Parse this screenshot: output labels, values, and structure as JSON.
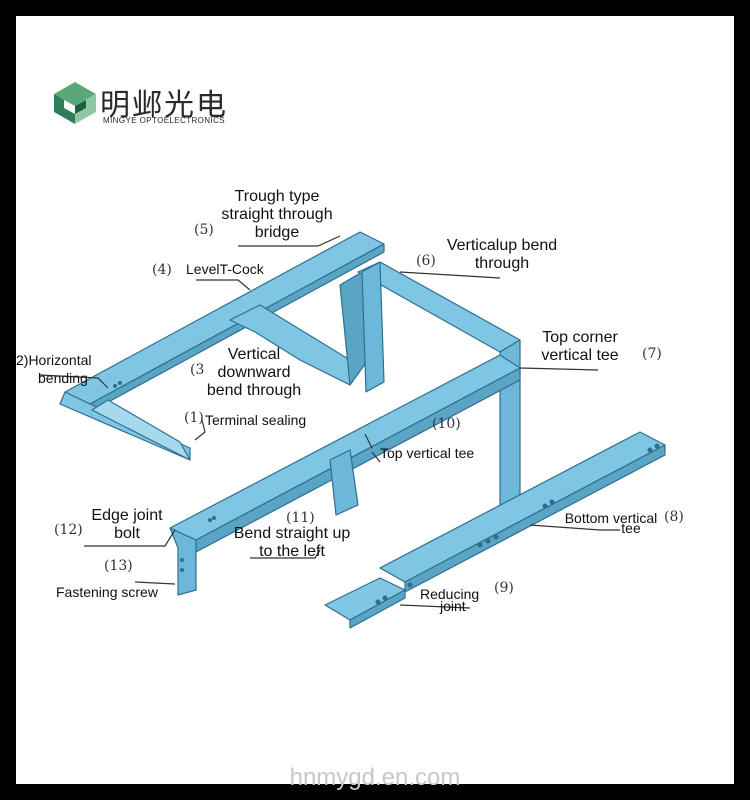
{
  "brand": {
    "name_cn": "明邺光电",
    "name_en": "MINGYE OPTOELECTRONICS",
    "logo_colors": [
      "#2e7d5b",
      "#5aa87a",
      "#8fc9a3",
      "#1f5f46"
    ]
  },
  "watermark": "hnmygd.en.com",
  "colors": {
    "tray_fill": "#7ec6e4",
    "tray_dark": "#5aa4c6",
    "tray_stroke": "#2f6f8e",
    "leader": "#333333"
  },
  "labels": {
    "trough_bridge": [
      "Trough type",
      "straight through",
      "bridge"
    ],
    "n5": "(5)",
    "level_tcock": "LevelT-Cock",
    "n4": "(4)",
    "verticalup": [
      "Verticalup bend",
      "through"
    ],
    "n6": "(6)",
    "horizontal": [
      "2)Horizontal",
      "bending"
    ],
    "vertical_down": [
      "Vertical",
      "downward",
      "bend through"
    ],
    "n3": "(3",
    "top_corner": [
      "Top corner",
      "vertical tee"
    ],
    "n7": "(7)",
    "n1": "(1)",
    "terminal": "Terminal sealing",
    "n10": "(10)",
    "top_vertical_tee": "Top vertical tee",
    "edge_joint": [
      "Edge joint",
      "bolt"
    ],
    "n12": "(12)",
    "n11": "(11)",
    "bend_straight": [
      "Bend straight up",
      "to the left"
    ],
    "bottom_vertical": [
      "Bottom vertical",
      "tee"
    ],
    "n8": "(8)",
    "n13": "(13)",
    "fastening": "Fastening screw",
    "reducing": [
      "Reducing",
      "joint"
    ],
    "n9": "(9)"
  }
}
